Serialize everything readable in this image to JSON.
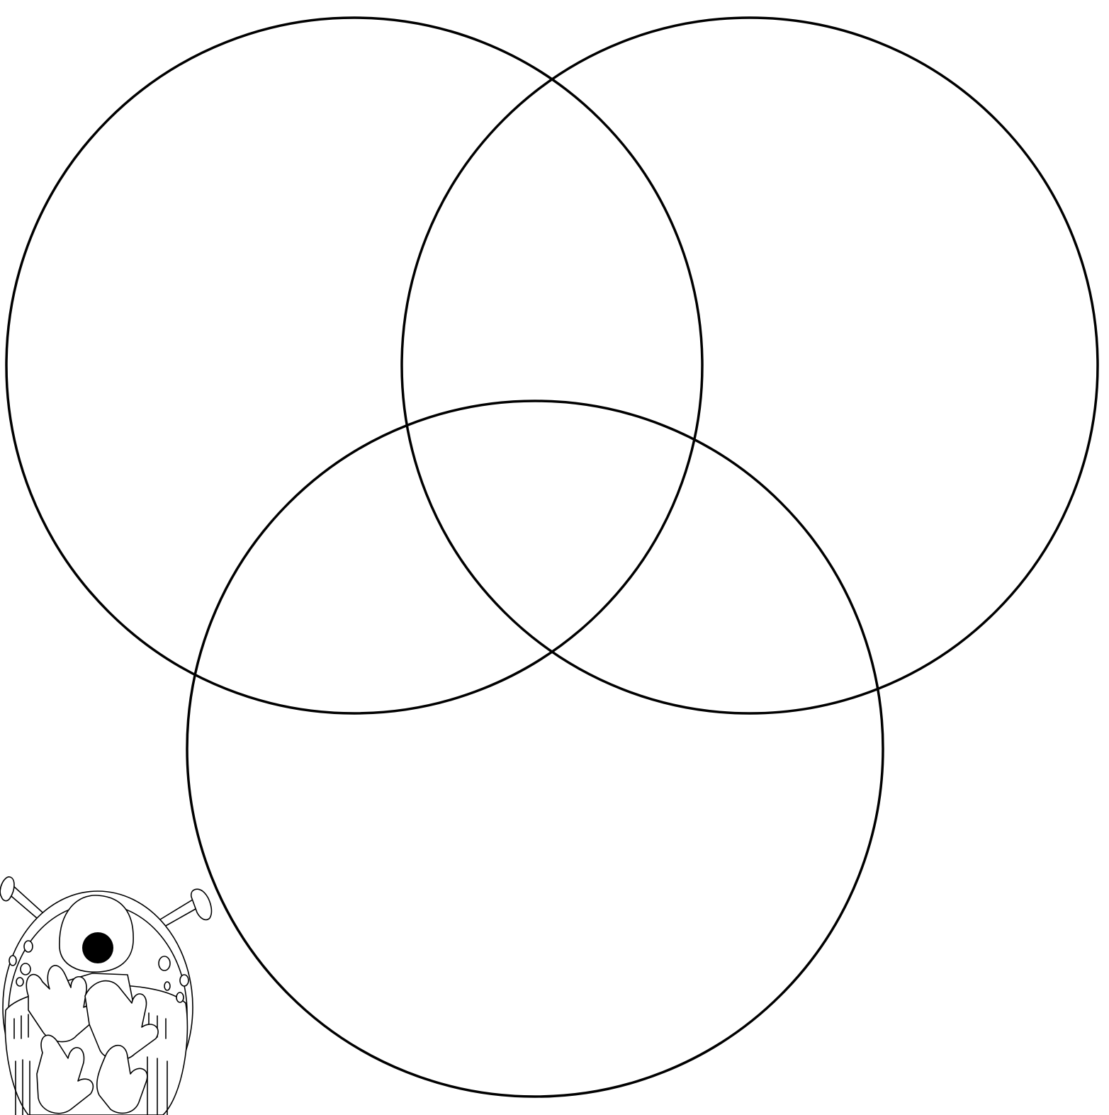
{
  "diagram": {
    "type": "venn",
    "circle_count": 3,
    "stroke_color": "#000000",
    "background_color": "#ffffff",
    "regions_labeled": false
  },
  "illustration": {
    "icon": "one-eyed-monster-icon",
    "style": "black line art",
    "eye_color": "#000000"
  }
}
